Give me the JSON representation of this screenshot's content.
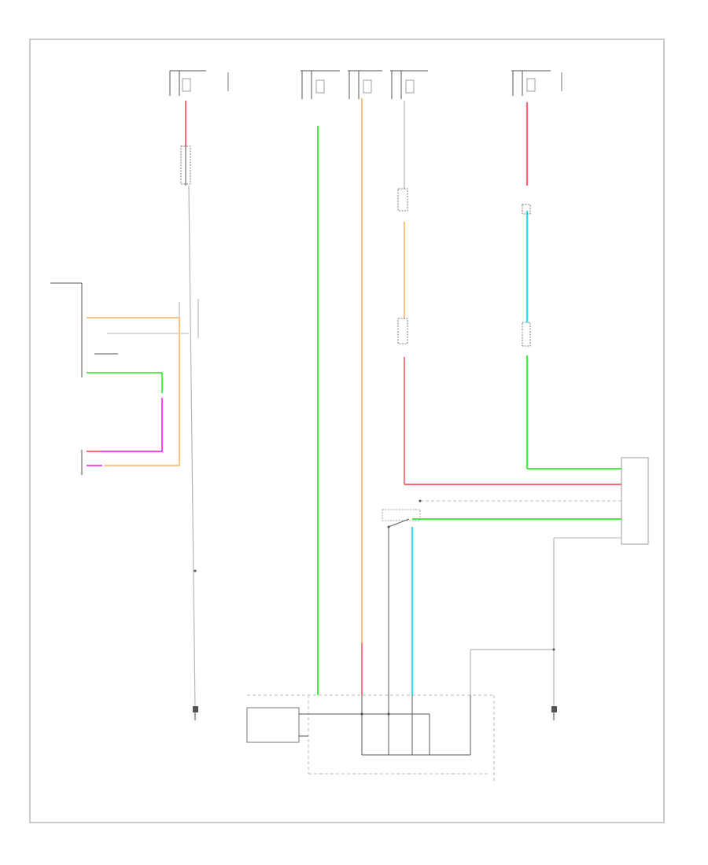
{
  "diagram": {
    "footer_code": "",
    "bottom_caption": "",
    "colors": {
      "frame": "#b8b8b8",
      "wire_gray": "#b4b4b4",
      "wire_dark": "#555555",
      "green": "#44ee44",
      "orange": "#ffbb77",
      "red": "#ff6677",
      "cyan": "#33ddee",
      "magenta": "#ee33ee",
      "text": "#555555"
    },
    "wires": [
      {
        "name": "wire-main-left",
        "color": "wire_gray"
      },
      {
        "name": "wire-green-long",
        "color": "green"
      },
      {
        "name": "wire-orange-long",
        "color": "orange"
      },
      {
        "name": "wire-orange-red-mid",
        "color": "orange"
      },
      {
        "name": "wire-red-horizontal",
        "color": "red"
      },
      {
        "name": "wire-red-right-top",
        "color": "red"
      },
      {
        "name": "wire-cyan-right",
        "color": "cyan"
      },
      {
        "name": "wire-green-right",
        "color": "green"
      },
      {
        "name": "wire-cyan-lower",
        "color": "cyan"
      },
      {
        "name": "wire-green-horizontal",
        "color": "green"
      },
      {
        "name": "wire-magenta-left",
        "color": "magenta"
      },
      {
        "name": "wire-orange-left",
        "color": "orange"
      }
    ]
  }
}
